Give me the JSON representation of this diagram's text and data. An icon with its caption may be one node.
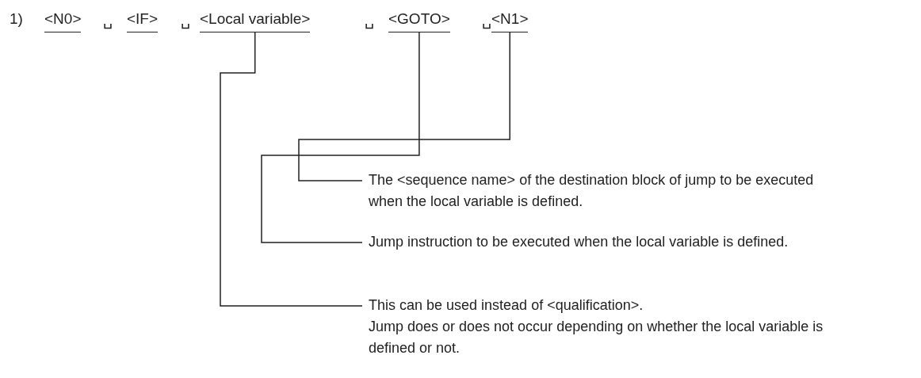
{
  "diagram": {
    "nodes": [
      {
        "text": [
          "<N0>"
        ]
      },
      {
        "text": [
          "<IF>"
        ]
      },
      {
        "text": [
          "<Local variable>"
        ]
      },
      {
        "text": [
          "<GOTO>"
        ]
      },
      {
        "text": [
          "<N1>"
        ]
      },
      {
        "text": [
          "The <sequence name> of the destination block of jump to be executed when the local variable is defined."
        ]
      },
      {
        "text": [
          "Jump instruction to be executed when the local variable is defined."
        ]
      },
      {
        "text": [
          "This can be used instead of <qualification>.",
          "Jump does or does not occur depending on whether the local variable is defined or not."
        ]
      }
    ],
    "edges": [
      {
        "from": 5,
        "to": 4,
        "arrow": "none"
      },
      {
        "from": 6,
        "to": 3,
        "arrow": "none"
      },
      {
        "from": 7,
        "to": 2,
        "arrow": "none"
      }
    ],
    "labels": [
      "1)",
      "␣",
      "␣",
      "␣",
      "␣"
    ]
  }
}
